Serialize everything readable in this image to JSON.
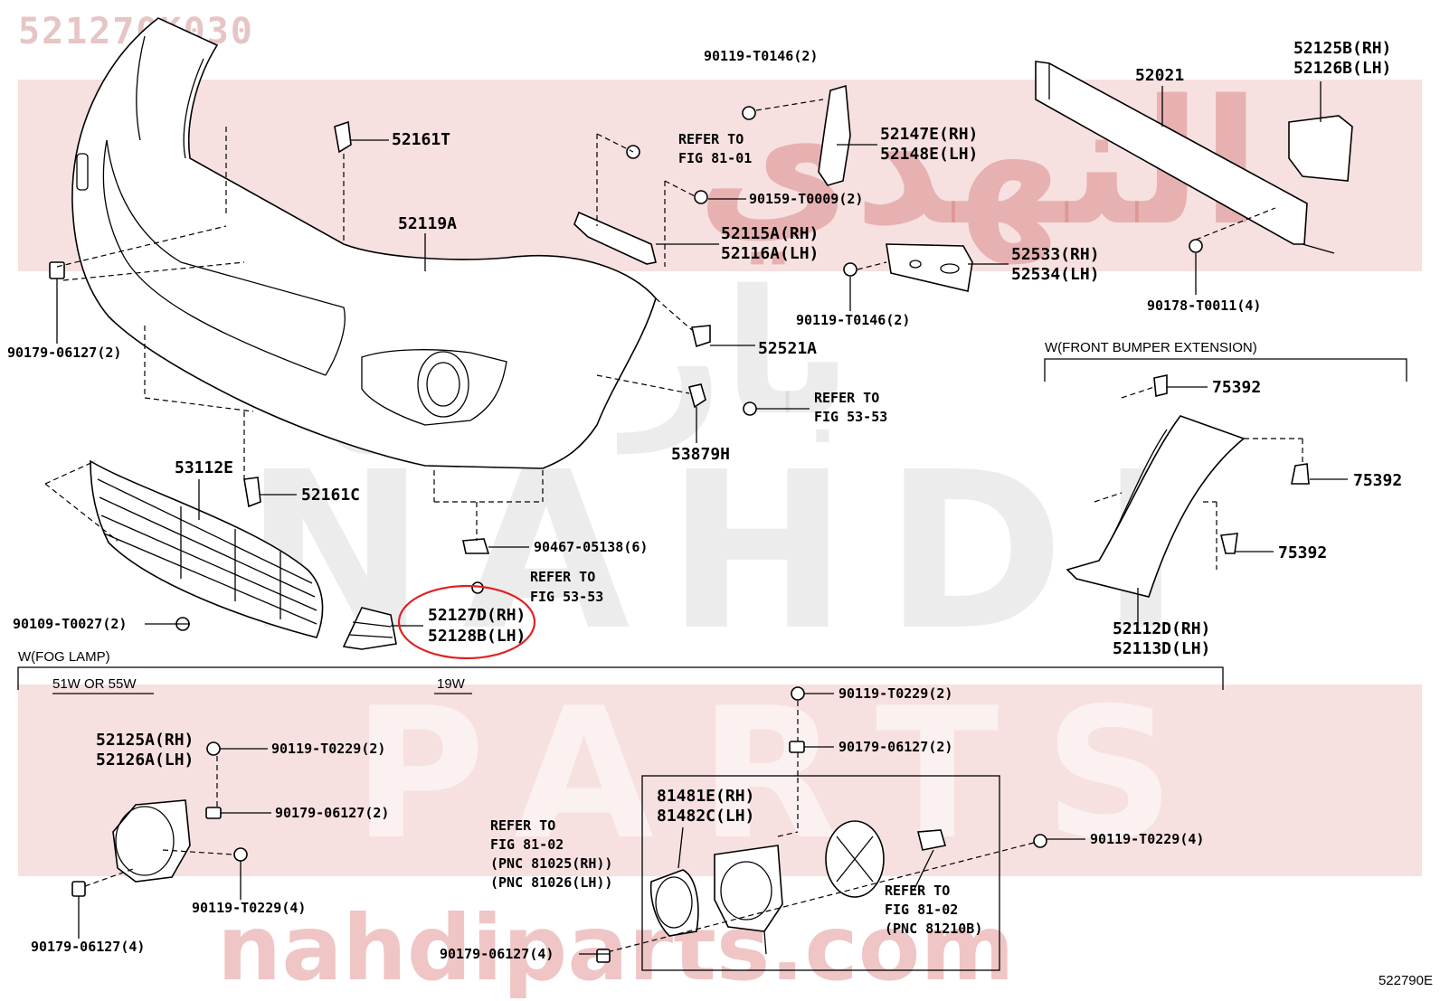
{
  "header": {
    "part_number": "521270K030"
  },
  "watermarks": {
    "arabic": "النهدي",
    "arabic2": "بارتس",
    "brand_big": "NAHDI",
    "brand_parts": "PARTS",
    "site": "nahdiparts.com"
  },
  "labels": {
    "p90119_t0146_top": "90119-T0146(2)",
    "p52161t": "52161T",
    "refer_81_01_a": "REFER TO",
    "refer_81_01_b": "FIG 81-01",
    "p52147e": "52147E(RH)",
    "p52148e": "52148E(LH)",
    "p52021": "52021",
    "p52125b": "52125B(RH)",
    "p52126b": "52126B(LH)",
    "p90159": "90159-T0009(2)",
    "p52119a": "52119A",
    "p52115a": "52115A(RH)",
    "p52116a": "52116A(LH)",
    "p52533": "52533(RH)",
    "p52534": "52534(LH)",
    "p90179_06127_left": "90179-06127(2)",
    "p90119_t0146_mid": "90119-T0146(2)",
    "p90178": "90178-T0011(4)",
    "p52521a": "52521A",
    "w_front_ext": "W(FRONT BUMPER EXTENSION)",
    "refer_53_a": "REFER TO",
    "refer_53_b": "FIG 53-53",
    "p53879h": "53879H",
    "p75392_a": "75392",
    "p75392_b": "75392",
    "p75392_c": "75392",
    "p53112e": "53112E",
    "p52161c": "52161C",
    "p90467": "90467-05138(6)",
    "refer_53_c": "REFER TO",
    "refer_53_d": "FIG 53-53",
    "p52127d": "52127D(RH)",
    "p52128b": "52128B(LH)",
    "p90109": "90109-T0027(2)",
    "p52112d": "52112D(RH)",
    "p52113d": "52113D(LH)",
    "w_fog": "W(FOG LAMP)",
    "w51": "51W OR 55W",
    "w19": "19W",
    "p52125a": "52125A(RH)",
    "p52126a": "52126A(LH)",
    "p90119_t0229_a": "90119-T0229(2)",
    "p90179_06127_b": "90179-06127(2)",
    "p90119_t0229_4": "90119-T0229(4)",
    "p90179_06127_4": "90179-06127(4)",
    "p90119_t0229_top": "90119-T0229(2)",
    "p90179_06127_top": "90179-06127(2)",
    "p81481e": "81481E(RH)",
    "p81482c": "81482C(LH)",
    "refer_81_02_a": "REFER TO",
    "refer_81_02_b": "FIG 81-02",
    "refer_81_02_c": "(PNC 81025(RH))",
    "refer_81_02_d": "(PNC 81026(LH))",
    "p90119_t0229_r": "90119-T0229(4)",
    "refer_81_02_e": "REFER TO",
    "refer_81_02_f": "FIG 81-02",
    "refer_81_02_g": "(PNC 81210B)",
    "p90179_06127_bottom": "90179-06127(4)",
    "diagram_id": "522790E"
  },
  "highlight": {
    "color": "#e02020",
    "target": "52127D(RH) / 52128B(LH)"
  }
}
